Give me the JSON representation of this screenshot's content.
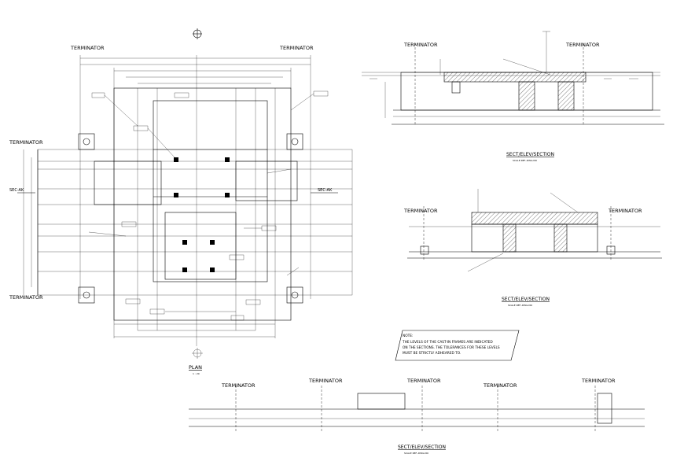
{
  "plan": {
    "title": "PLAN",
    "scale": "1 : 20",
    "terminators": [
      "TERMINATOR",
      "TERMINATOR",
      "TERMINATOR",
      "TERMINATOR"
    ],
    "section_marks": [
      "SEC-AK",
      "SEC-AK"
    ]
  },
  "section_top": {
    "title": "SECT/ELEV/SECTION",
    "scale": "SCALE    REF.-DWG.NO",
    "terminators": [
      "TERMINATOR",
      "TERMINATOR"
    ]
  },
  "section_mid": {
    "title": "SECT/ELEV/SECTION",
    "scale": "SCALE    REF.-DWG.NO",
    "terminators": [
      "TERMINATOR",
      "TERMINATOR"
    ]
  },
  "section_bottom": {
    "title": "SECT/ELEV/SECTION",
    "scale": "SCALE    REF.-DWG.NO",
    "terminators": [
      "TERMINATOR",
      "TERMINATOR",
      "TERMINATOR",
      "TERMINATOR",
      "TERMINATOR"
    ]
  },
  "note": {
    "heading": "NOTE:",
    "lines": [
      "THE LEVELS OF THE CAST-IN FRAMES ARE INDICATED",
      "ON THE SECTIONS. THE TOLERANCES FOR THESE LEVELS",
      "MUST BE STRICTLY ADHEARED TO."
    ]
  }
}
